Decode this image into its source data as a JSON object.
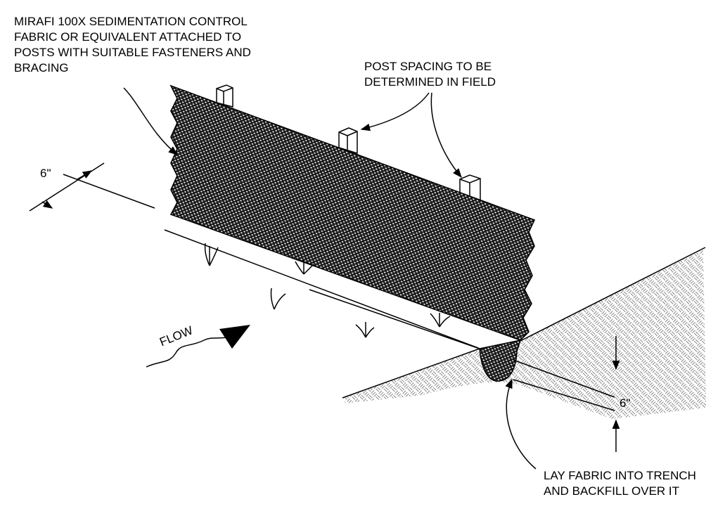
{
  "callouts": {
    "fabric": [
      "MIRAFI 100X SEDIMENTATION CONTROL",
      "FABRIC OR EQUIVALENT ATTACHED TO",
      "POSTS WITH SUITABLE FASTENERS AND",
      "BRACING"
    ],
    "post_spacing": [
      "POST SPACING TO BE",
      "DETERMINED IN FIELD"
    ],
    "trench": [
      "LAY FABRIC INTO TRENCH",
      "AND BACKFILL OVER IT"
    ]
  },
  "dimensions": {
    "left_offset": "6\"",
    "trench_depth": "6\""
  },
  "flow_label": "FLOW",
  "icons": [
    "post-icon",
    "grass-tuft-icon",
    "flow-arrow-icon"
  ],
  "colors": {
    "ink": "#000000",
    "fabric_fill": "#1a1a1a",
    "soil_hatch": "#888888",
    "background": "#ffffff"
  }
}
